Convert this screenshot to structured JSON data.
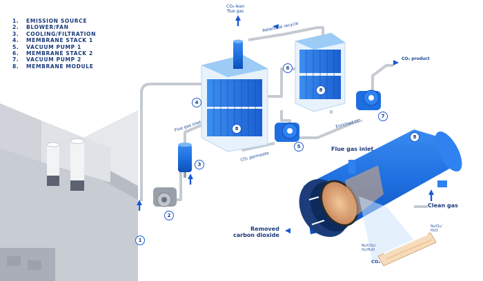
{
  "legend": [
    {
      "num": "1.",
      "text": "EMISSION SOURCE"
    },
    {
      "num": "2.",
      "text": "BLOWER/FAN"
    },
    {
      "num": "3.",
      "text": "COOLING/FILTRATION"
    },
    {
      "num": "4.",
      "text": "MEMBRANE STACK 1"
    },
    {
      "num": "5.",
      "text": "VACUUM PUMP 1"
    },
    {
      "num": "6.",
      "text": "MEMBRANE STACK 2"
    },
    {
      "num": "7.",
      "text": "VACUUM PUMP 2"
    },
    {
      "num": "8.",
      "text": "MEMBRANE MODULE"
    }
  ],
  "labels": {
    "co2_lean": "CO₂-lean\nflue gas",
    "retentate_recycle": "Retentate recycle",
    "co2_product": "CO₂ product",
    "flue_gas_inlet_small": "Flue gas inlet",
    "co2_permeate": "CO₂ permeate",
    "enriched_co2": "Enriched CO₂",
    "flue_gas_inlet": "Flue gas inlet",
    "clean_gas": "Clean gas",
    "removed_co2": "Removed\ncarbon dioxide",
    "n2o2": "N₂/O₂/\nH₂O",
    "mix": "N₂/CO₂/\nO₂/H₂O",
    "co2": "CO₂"
  },
  "badges": [
    "1",
    "2",
    "3",
    "4",
    "5",
    "6",
    "7",
    "8",
    "8",
    "8"
  ],
  "colors": {
    "navy": "#1a3a7a",
    "blue": "#1a6ad8",
    "light": "#5aa8ee",
    "pipe": "#c9ced6",
    "building": "#d8dbe0"
  }
}
